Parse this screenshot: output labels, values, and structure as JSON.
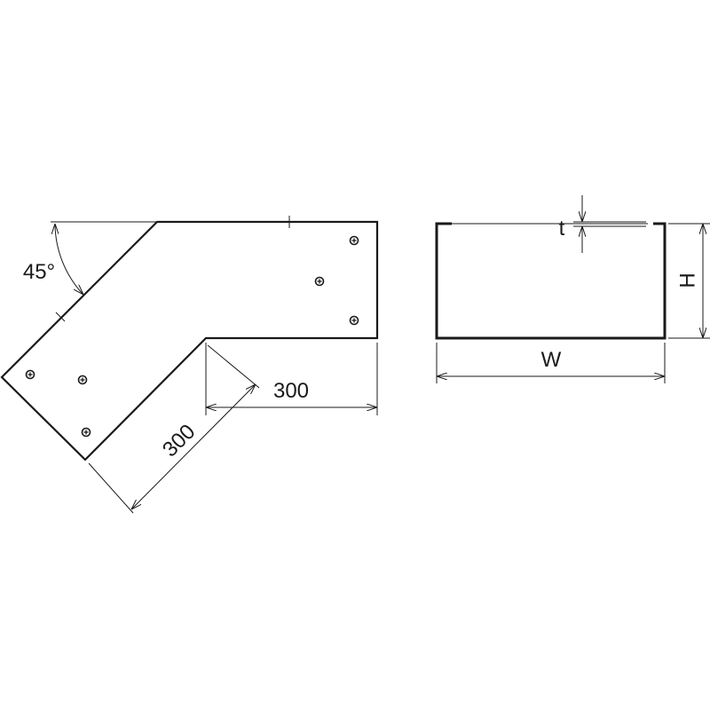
{
  "labels": {
    "angle": "45°",
    "length_horizontal": "300",
    "length_diagonal": "300",
    "thickness": "t",
    "height": "H",
    "width": "W"
  },
  "colors": {
    "line": "#1a1a1a",
    "background": "#ffffff"
  }
}
